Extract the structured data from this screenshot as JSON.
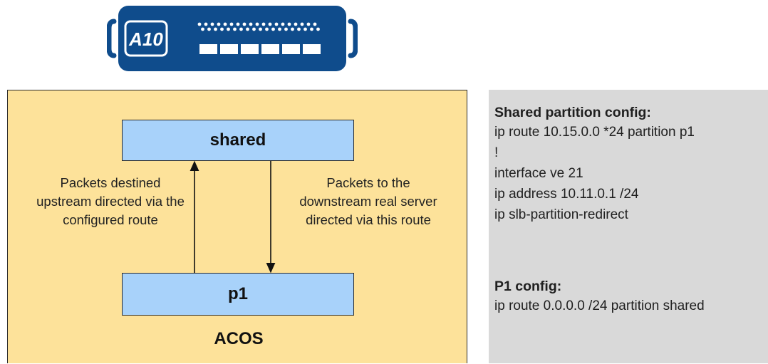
{
  "device": {
    "logo_text": "A10",
    "port_count": 6,
    "colors": {
      "body": "#0f4c8c",
      "ports": "#ffffff"
    }
  },
  "diagram": {
    "container_label": "ACOS",
    "top_partition": "shared",
    "bottom_partition": "p1",
    "up_arrow_label": [
      "Packets destined",
      "upstream directed via the",
      "configured route"
    ],
    "down_arrow_label": [
      "Packets to the",
      "downstream real server",
      "directed via this route"
    ],
    "colors": {
      "container": "#fde29a",
      "partition": "#a8d2fa",
      "config_panel": "#d9d9d9"
    }
  },
  "config": {
    "shared_title": "Shared partition config:",
    "shared_lines": [
      "ip route 10.15.0.0 *24 partition p1",
      "!",
      "interface ve 21",
      "ip address 10.11.0.1 /24",
      "ip slb-partition-redirect"
    ],
    "p1_title": "P1 config:",
    "p1_lines": [
      "ip route 0.0.0.0 /24 partition shared"
    ]
  }
}
